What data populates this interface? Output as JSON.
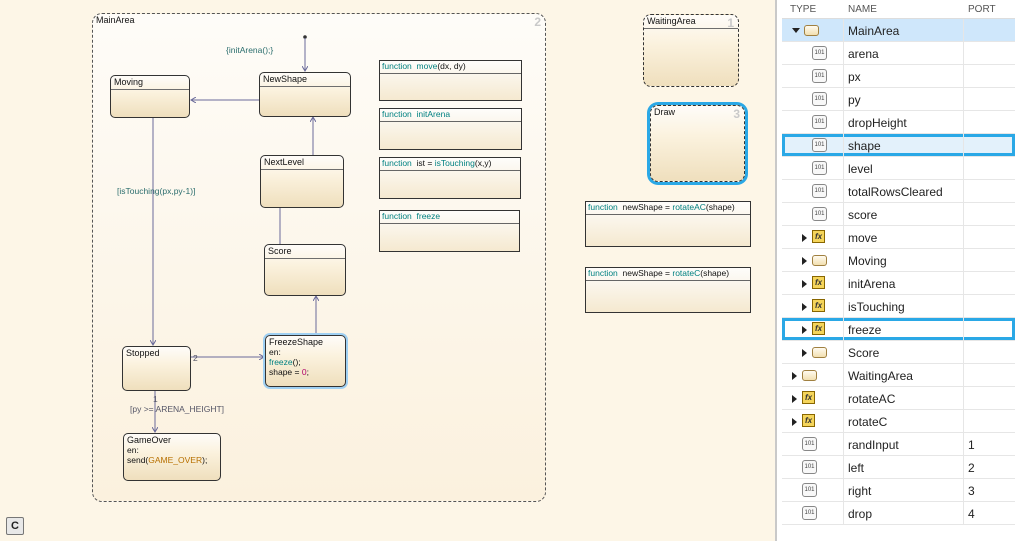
{
  "canvas": {
    "main_area_label": "MainArea",
    "main_area_num": "2",
    "moving_label": "Moving",
    "newshape_label": "NewShape",
    "nextlevel_label": "NextLevel",
    "score_label": "Score",
    "stopped_label": "Stopped",
    "freeze_label": "FreezeShape",
    "freeze_en": "en:",
    "freeze_call": "freeze",
    "freeze_call_tail": "();",
    "freeze_shape": "shape = ",
    "freeze_zero": "0",
    "freeze_semi": ";",
    "gameover_label": "GameOver",
    "gameover_en": "en:",
    "gameover_send": "send(",
    "gameover_const": "GAME_OVER",
    "gameover_tail": ");",
    "trans_init": "{initArena();}",
    "trans_touch": "[isTouching(px,py-1)]",
    "trans_height": "[py >= ARENA_HEIGHT]",
    "trans_num2": "2",
    "trans_num1": "1",
    "func_move_kw": "function",
    "func_move_name": "move",
    "func_move_args": "(dx, dy)",
    "func_init_kw": "function",
    "func_init_name": "initArena",
    "func_touch_kw": "function",
    "func_touch_out": "ist = ",
    "func_touch_name": "isTouching",
    "func_touch_args": "(x,y)",
    "func_freeze_kw": "function",
    "func_freeze_name": "freeze",
    "waiting_label": "WaitingArea",
    "waiting_num": "1",
    "draw_label": "Draw",
    "draw_num": "3",
    "func_rac_kw": "function",
    "func_rac_out": "newShape = ",
    "func_rac_name": "rotateAC",
    "func_rac_args": "(shape)",
    "func_rc_kw": "function",
    "func_rc_out": "newShape = ",
    "func_rc_name": "rotateC",
    "func_rc_args": "(shape)",
    "c_button": "C"
  },
  "panel": {
    "headers": {
      "type": "TYPE",
      "name": "NAME",
      "port": "PORT"
    },
    "rows": [
      {
        "name": "MainArea",
        "port": "",
        "icon": "state-icon"
      },
      {
        "name": "arena",
        "port": "",
        "icon": "data-icon"
      },
      {
        "name": "px",
        "port": "",
        "icon": "data-icon"
      },
      {
        "name": "py",
        "port": "",
        "icon": "data-icon"
      },
      {
        "name": "dropHeight",
        "port": "",
        "icon": "data-icon"
      },
      {
        "name": "shape",
        "port": "",
        "icon": "data-icon"
      },
      {
        "name": "level",
        "port": "",
        "icon": "data-icon"
      },
      {
        "name": "totalRowsCleared",
        "port": "",
        "icon": "data-icon"
      },
      {
        "name": "score",
        "port": "",
        "icon": "data-icon"
      },
      {
        "name": "move",
        "port": "",
        "icon": "function-icon"
      },
      {
        "name": "Moving",
        "port": "",
        "icon": "state-icon"
      },
      {
        "name": "initArena",
        "port": "",
        "icon": "function-icon"
      },
      {
        "name": "isTouching",
        "port": "",
        "icon": "function-icon"
      },
      {
        "name": "freeze",
        "port": "",
        "icon": "function-icon"
      },
      {
        "name": "Score",
        "port": "",
        "icon": "state-icon"
      },
      {
        "name": "WaitingArea",
        "port": "",
        "icon": "state-icon"
      },
      {
        "name": "rotateAC",
        "port": "",
        "icon": "function-icon"
      },
      {
        "name": "rotateC",
        "port": "",
        "icon": "function-icon"
      },
      {
        "name": "randInput",
        "port": "1",
        "icon": "input-data-icon"
      },
      {
        "name": "left",
        "port": "2",
        "icon": "input-data-icon"
      },
      {
        "name": "right",
        "port": "3",
        "icon": "input-data-icon"
      },
      {
        "name": "drop",
        "port": "4",
        "icon": "input-data-icon"
      }
    ]
  },
  "colors": {
    "selection": "#2aa8e6",
    "row_highlight": "#cfe7fb",
    "canvas_bg": "#fdf6e7"
  }
}
